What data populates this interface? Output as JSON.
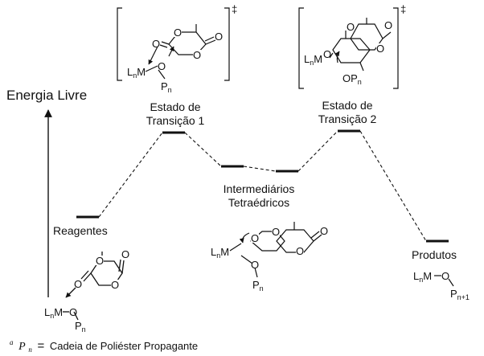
{
  "axis": {
    "label": "Energia Livre"
  },
  "states": {
    "reagentes": "Reagentes",
    "ts1_line1": "Estado de",
    "ts1_line2": "Transição 1",
    "int_line1": "Intermediários",
    "int_line2": "Tetraédricos",
    "ts2_line1": "Estado de",
    "ts2_line2": "Transição 2",
    "produtos": "Produtos"
  },
  "chem": {
    "ln": "L",
    "n": "n",
    "m": "M",
    "o": "O",
    "p": "P",
    "n_plus_1": "n+1",
    "dagger": "‡"
  },
  "footnote": {
    "superscript": "a",
    "symbol": "P",
    "subscript": "n",
    "equals": "=",
    "text": "Cadeia de Poliéster Propagante"
  }
}
